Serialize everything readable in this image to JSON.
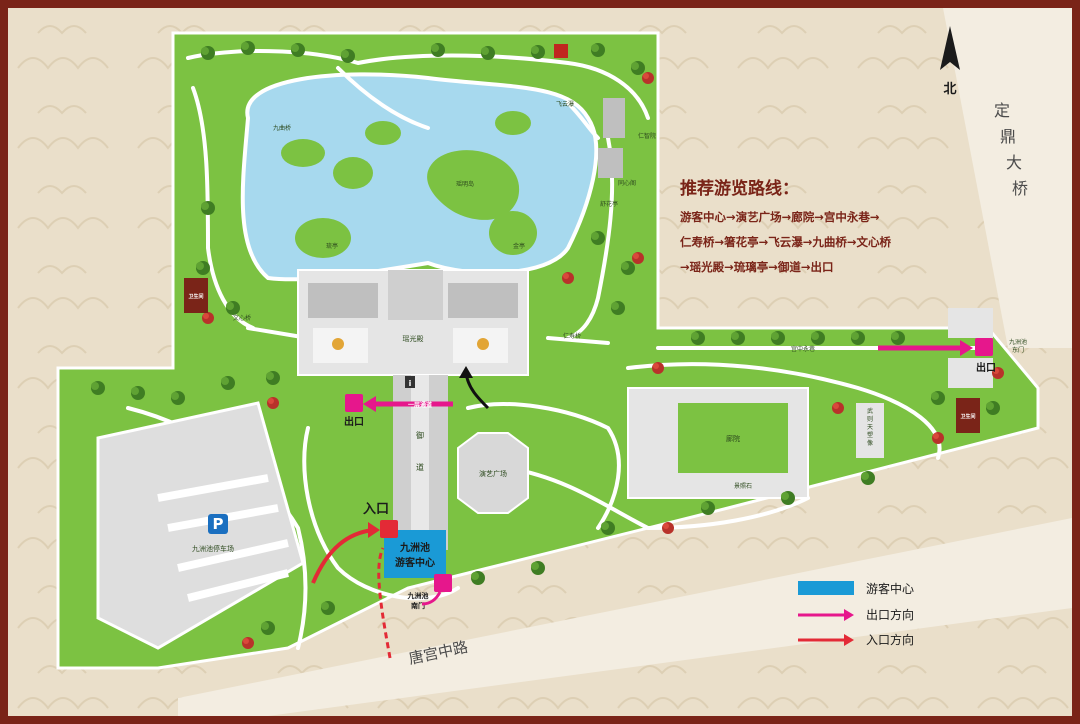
{
  "north": {
    "label": "北"
  },
  "route": {
    "title": "推荐游览路线：",
    "lines": [
      "游客中心→演艺广场→廊院→宫中永巷→",
      "仁寿桥→箸花亭→飞云瀑→九曲桥→文心桥",
      "→瑶光殿→琉璃亭→御道→出口"
    ]
  },
  "roads": {
    "east": [
      "定",
      "鼎",
      "大",
      "桥"
    ],
    "south": "唐宫中路"
  },
  "labels": {
    "jiuqu_bridge": "九曲桥",
    "feiyun": "飞云瀑",
    "renzhi": "仁智院",
    "tongxin": "同心阁",
    "shuhua": "舒花亭",
    "yaoming_island": "瑶明岛",
    "ting1": "琉亭",
    "ting2": "金亭",
    "wenxin": "文心桥",
    "renshou": "仁寿桥",
    "yaoguang": "瑶光殿",
    "gongzhong": "宫中永巷",
    "langyuan": "廊院",
    "jingzhao": "景照石",
    "yanyi": "演艺广场",
    "yudao": [
      "御",
      "道"
    ],
    "wuzetian": [
      "武",
      "则",
      "天",
      "塑",
      "像"
    ],
    "parking": "九洲池停车场",
    "parking_sign": "P",
    "toilet": "卫生间",
    "visitor_center": [
      "九洲池",
      "游客中心"
    ],
    "south_gate": [
      "九洲池",
      "南门"
    ],
    "east_gate": [
      "九洲池",
      "东门"
    ],
    "exit_lane": "一层通道",
    "exit": "出口",
    "entrance": "入口",
    "info": "i"
  },
  "legend": {
    "visitor_center": "游客中心",
    "exit_direction": "出口方向",
    "entrance_direction": "入口方向"
  },
  "colors": {
    "frame": "#7a2418",
    "paper": "#eadfca",
    "grass": "#7cc242",
    "water": "#a7d9ee",
    "path": "#ffffff",
    "exit_arrow": "#e6178c",
    "entrance_arrow": "#e32a36",
    "visitor_center": "#1a9ad6"
  }
}
